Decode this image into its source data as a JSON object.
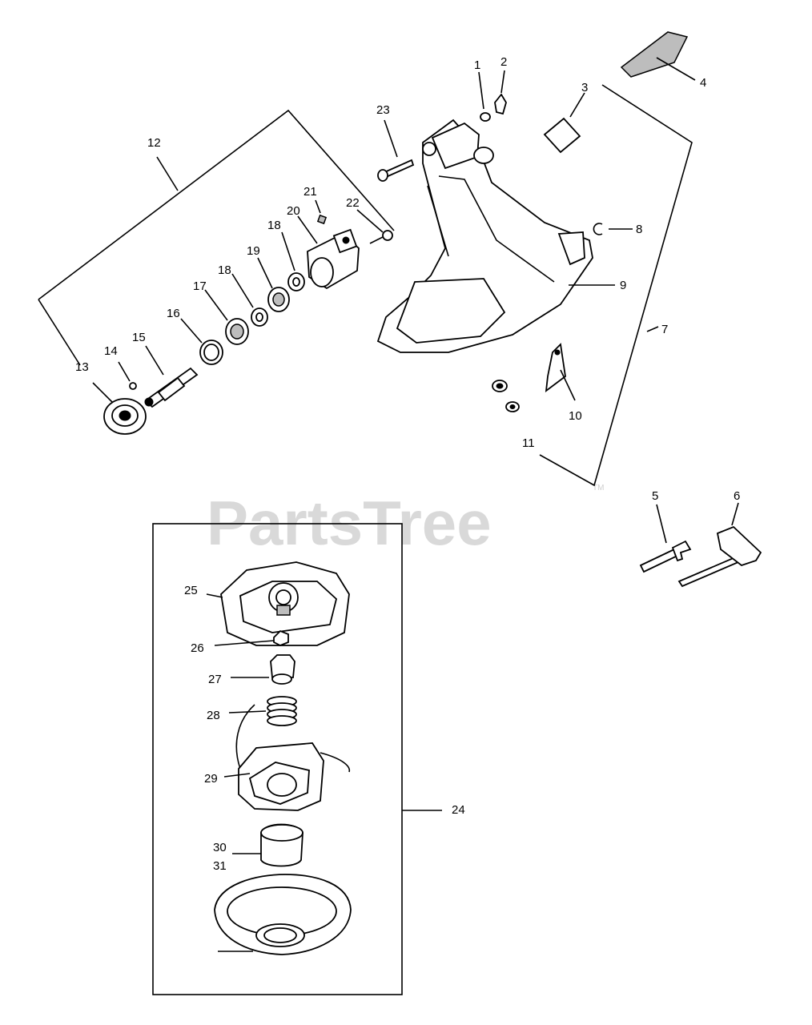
{
  "watermark": {
    "text": "PartsTree",
    "trademark": "TM"
  },
  "callouts": {
    "c1": "1",
    "c2": "2",
    "c3": "3",
    "c4": "4",
    "c5": "5",
    "c6": "6",
    "c7": "7",
    "c8": "8",
    "c9": "9",
    "c10": "10",
    "c11": "11",
    "c12": "12",
    "c13": "13",
    "c14": "14",
    "c15": "15",
    "c16": "16",
    "c17": "17",
    "c18a": "18",
    "c18b": "18",
    "c19": "19",
    "c20": "20",
    "c21": "21",
    "c22": "22",
    "c23": "23",
    "c24": "24",
    "c25": "25",
    "c26": "26",
    "c27": "27",
    "c28": "28",
    "c29": "29",
    "c30": "30",
    "c31": "31"
  }
}
